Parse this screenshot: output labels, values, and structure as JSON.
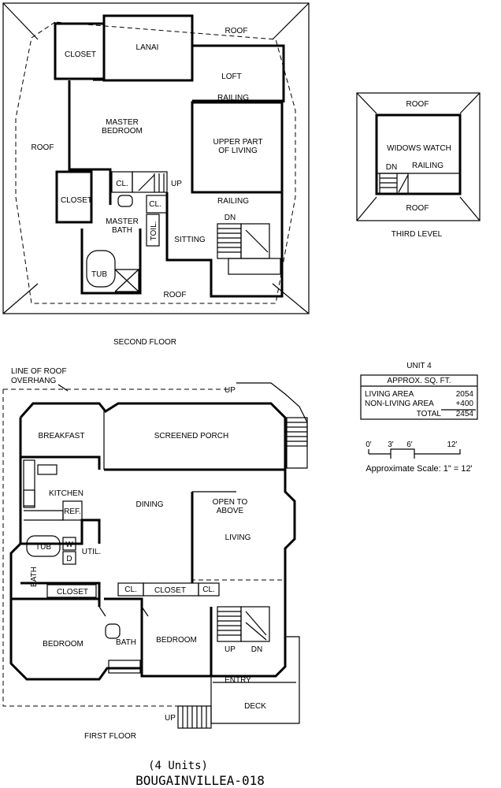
{
  "second_floor": {
    "caption": "SECOND FLOOR",
    "rooms": {
      "closet_top": "CLOSET",
      "lanai": "LANAI",
      "roof_top": "ROOF",
      "loft": "LOFT",
      "railing_top": "RAILING",
      "master_bedroom_1": "MASTER",
      "master_bedroom_2": "BEDROOM",
      "upper_living_1": "UPPER PART",
      "upper_living_2": "OF LIVING",
      "roof_left": "ROOF",
      "closet_mid": "CLOSET",
      "cl_1": "CL.",
      "cl_2": "CL.",
      "up": "UP",
      "railing_bottom": "RAILING",
      "dn": "DN",
      "master_bath_1": "MASTER",
      "master_bath_2": "BATH",
      "toil": "TOIL.",
      "sitting": "SITTING",
      "tub": "TUB",
      "roof_bottom": "ROOF"
    }
  },
  "third_level": {
    "caption": "THIRD LEVEL",
    "roof_top": "ROOF",
    "widows_watch": "WIDOWS WATCH",
    "dn": "DN",
    "railing": "RAILING",
    "roof_bottom": "ROOF"
  },
  "first_floor": {
    "caption": "FIRST FLOOR",
    "overhang_1": "LINE OF ROOF",
    "overhang_2": "OVERHANG",
    "up_top": "UP",
    "breakfast": "BREAKFAST",
    "screened_porch": "SCREENED PORCH",
    "kitchen": "KITCHEN",
    "dining": "DINING",
    "open_1": "OPEN TO",
    "open_2": "ABOVE",
    "ref": "REF.",
    "tub": "TUB",
    "w": "W",
    "d": "D",
    "util": "UTIL.",
    "living": "LIVING",
    "bath_left": "BATH",
    "closet_left": "CLOSET",
    "cl_a": "CL.",
    "closet_mid": "CLOSET",
    "cl_b": "CL.",
    "bedroom_left": "BEDROOM",
    "bath_mid": "BATH",
    "bedroom_mid": "BEDROOM",
    "up": "UP",
    "dn": "DN",
    "entry": "ENTRY",
    "deck": "DECK",
    "up_deck": "UP"
  },
  "area_table": {
    "unit": "UNIT 4",
    "header": "APPROX. SQ. FT.",
    "rows": [
      {
        "label": "LIVING AREA",
        "value": "2054"
      },
      {
        "label": "NON-LIVING AREA",
        "value": "+400"
      },
      {
        "label": "TOTAL",
        "value": "2454"
      }
    ]
  },
  "scale": {
    "ticks": [
      "0'",
      "3'",
      "6'",
      "12'"
    ],
    "label": "Approximate Scale: 1\" = 12'"
  },
  "footer": {
    "units": "(4 Units)",
    "model": "BOUGAINVILLEA-018"
  }
}
